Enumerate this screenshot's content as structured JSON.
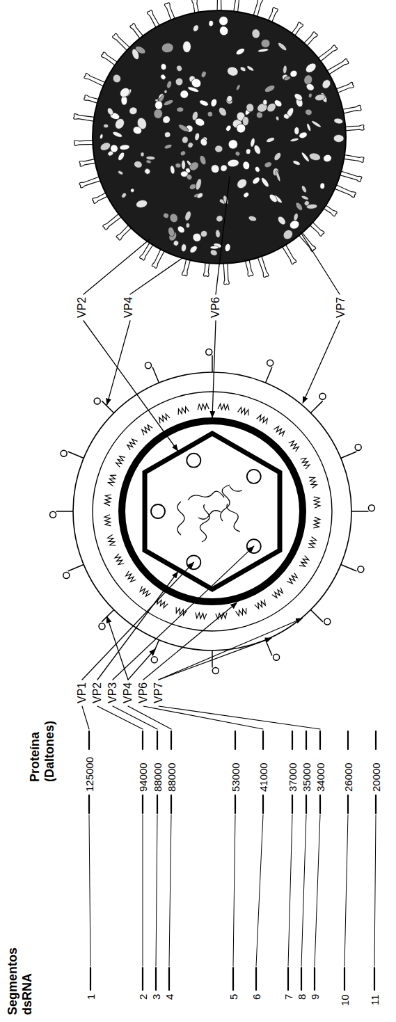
{
  "diagram": {
    "labels": [
      "Segmentos dsRNA",
      "Proteína (Daltones)",
      "1",
      "2",
      "3",
      "4",
      "5",
      "6",
      "7",
      "8",
      "9",
      "10",
      "11",
      "125000",
      "94000",
      "88000",
      "88000",
      "53000",
      "41000",
      "37000",
      "35000",
      "34000",
      "26000",
      "20000",
      "VP1",
      "VP2",
      "VP3",
      "VP4",
      "VP6",
      "VP7",
      "VP2",
      "VP4",
      "VP6",
      "VP7"
    ]
  }
}
